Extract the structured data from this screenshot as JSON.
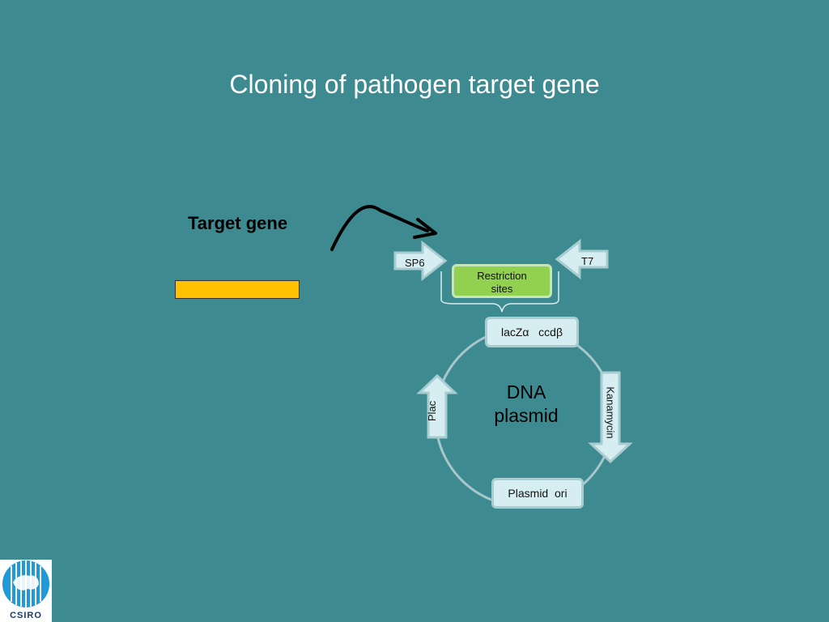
{
  "slide": {
    "title": "Cloning of pathogen target gene",
    "target_gene_label": "Target gene"
  },
  "plasmid": {
    "center_label_line1": "DNA",
    "center_label_line2": "plasmid",
    "promoter_left": "SP6",
    "promoter_right": "T7",
    "restriction_line1": "Restriction",
    "restriction_line2": "sites",
    "lacz_box": "lacZα   ccdβ",
    "ori_box": "Plasmid  ori",
    "plac_arrow": "Plac",
    "kan_arrow": "Kanamycin"
  },
  "logo": {
    "text": "CSIRO"
  },
  "colors": {
    "background": "#3e8a91",
    "gene_bar": "#ffc000",
    "restriction_box": "#92d050",
    "boxes": "#d6eef1"
  }
}
